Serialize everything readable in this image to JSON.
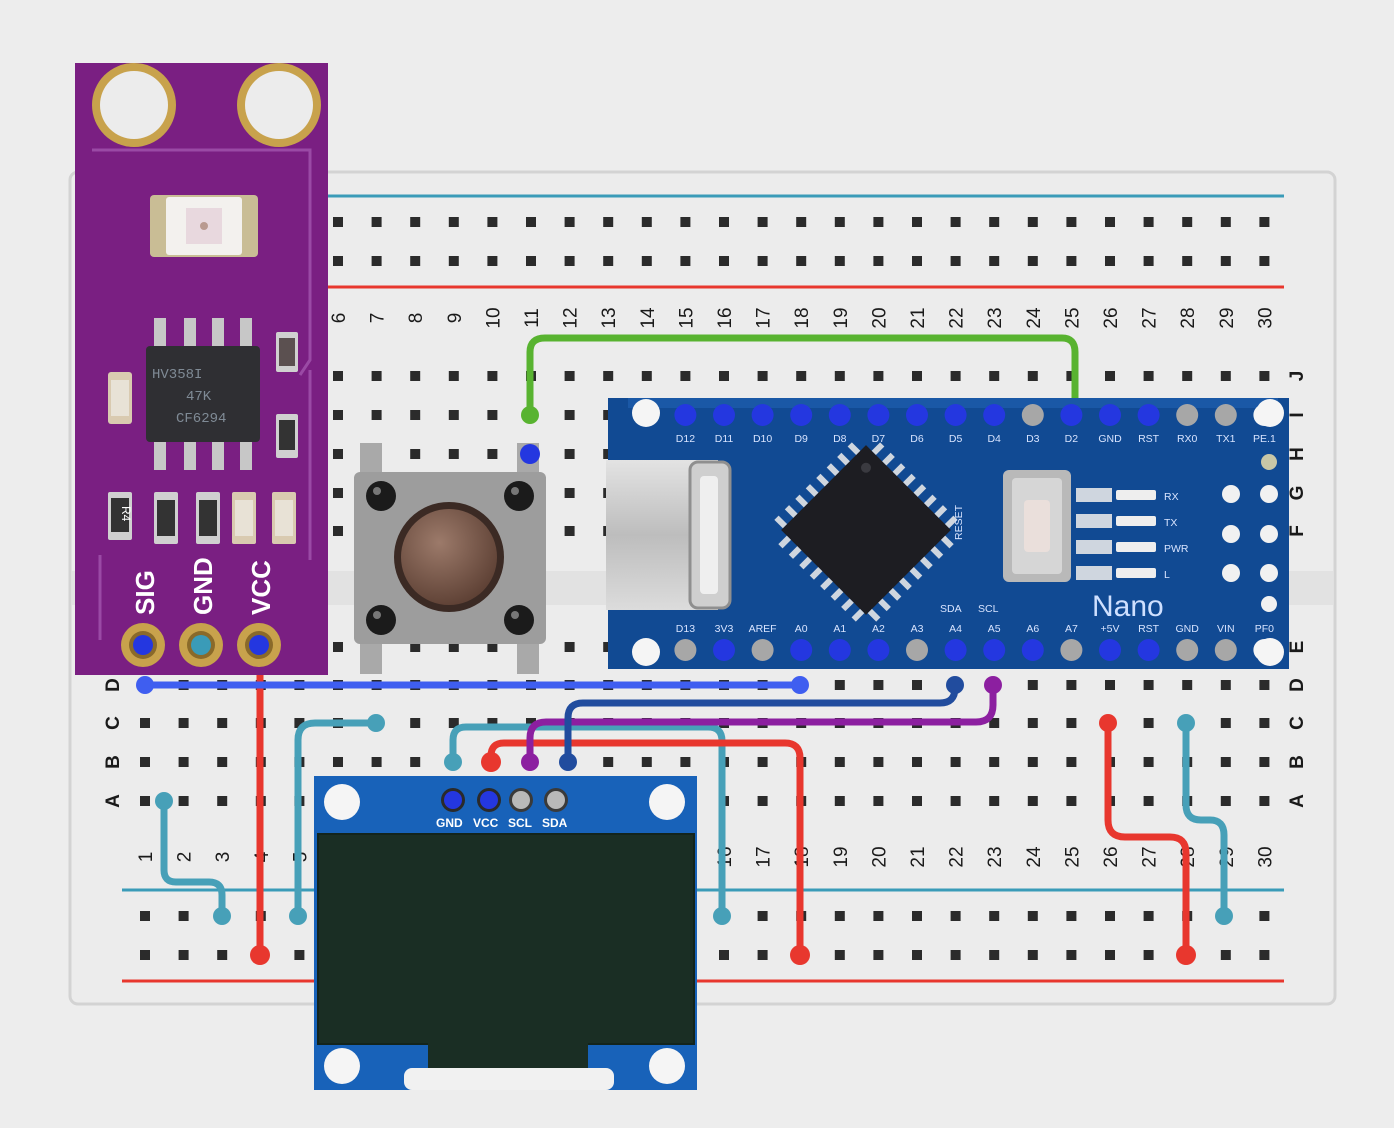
{
  "breadboard": {
    "columns_top": [
      "6",
      "7",
      "8",
      "9",
      "10",
      "11",
      "12",
      "13",
      "14",
      "15",
      "16",
      "17",
      "18",
      "19",
      "20",
      "21",
      "22",
      "23",
      "24",
      "25",
      "26",
      "27",
      "28",
      "29",
      "30"
    ],
    "columns_bottom": [
      "1",
      "2",
      "3",
      "4",
      "5",
      "16",
      "17",
      "18",
      "19",
      "20",
      "21",
      "22",
      "23",
      "24",
      "25",
      "26",
      "27",
      "28",
      "29",
      "30"
    ],
    "rows_left": [
      "D",
      "C",
      "B",
      "A"
    ],
    "rows_right": [
      "J",
      "I",
      "H",
      "G",
      "F",
      "E",
      "D",
      "C",
      "B",
      "A"
    ]
  },
  "sensor": {
    "chip_lines": [
      "HV358I",
      "47K",
      "CF6294"
    ],
    "component_labels": [
      "R4"
    ],
    "pins": [
      "SIG",
      "GND",
      "VCC"
    ]
  },
  "nano": {
    "name": "Nano",
    "top_pins": [
      "D12",
      "D11",
      "D10",
      "D9",
      "D8",
      "D7",
      "D6",
      "D5",
      "D4",
      "D3",
      "D2",
      "GND",
      "RST",
      "RX0",
      "TX1",
      "PE.1"
    ],
    "bottom_pins": [
      "D13",
      "3V3",
      "AREF",
      "A0",
      "A1",
      "A2",
      "A3",
      "A4",
      "A5",
      "A6",
      "A7",
      "+5V",
      "RST",
      "GND",
      "VIN",
      "PF0"
    ],
    "leds": [
      "RX",
      "TX",
      "PWR",
      "L"
    ],
    "i2c_labels": [
      "SDA",
      "SCL"
    ],
    "reset_label": "RESET"
  },
  "oled": {
    "pins": [
      "GND",
      "VCC",
      "SCL",
      "SDA"
    ]
  },
  "colors": {
    "rail_blue": "#3a9bb8",
    "rail_red": "#e8372e",
    "wire_red": "#e8372e",
    "wire_teal": "#47a0b8",
    "wire_blue": "#3f5ef0",
    "wire_green": "#58b330",
    "wire_purple": "#8c1fa0",
    "wire_navy": "#214c9e",
    "sensor_pcb": "#7a1f82",
    "nano_pcb": "#114a93",
    "oled_pcb": "#1862b9"
  }
}
